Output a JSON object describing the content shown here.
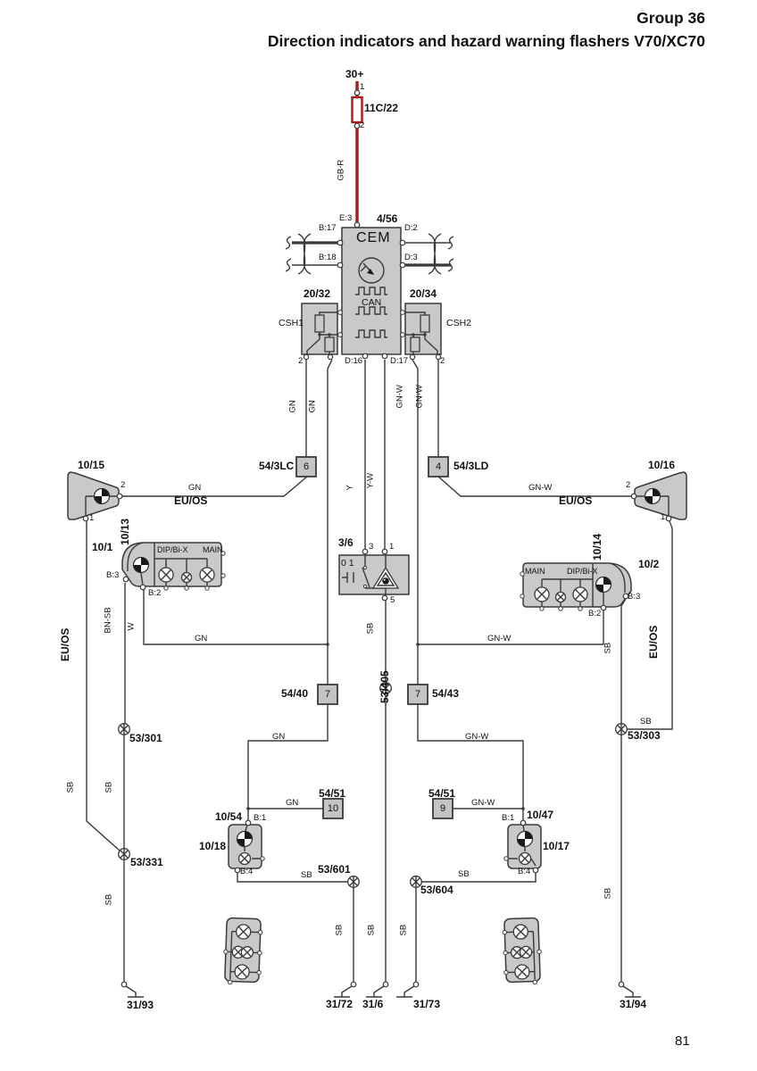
{
  "header": {
    "group": "Group 36",
    "title": "Direction indicators and hazard warning flashers V70/XC70"
  },
  "page_number": "81",
  "colors": {
    "wire": "#3a3a3a",
    "power_wire_red": "#ab181d",
    "component_fill": "#c9c9c9",
    "background": "#ffffff"
  },
  "power": {
    "terminal": "30+",
    "pin1": "1",
    "fuse": "11C/22",
    "pin2": "2",
    "wire": "GB-R"
  },
  "cem": {
    "title": "CEM",
    "unit": "4/56",
    "pin_top": "E:3",
    "pin_b17": "B:17",
    "pin_b18": "B:18",
    "pin_d2": "D:2",
    "pin_d3": "D:3",
    "bus": "CAN",
    "pin_d16": "D:16",
    "pin_d17": "D:17"
  },
  "csh": {
    "left_id": "20/32",
    "left_name": "CSH1",
    "right_id": "20/34",
    "right_name": "CSH2",
    "pin": "2"
  },
  "connectors": {
    "c54_3lc": {
      "id": "54/3LC",
      "n": "6"
    },
    "c54_3ld": {
      "id": "54/3LD",
      "n": "4"
    },
    "c54_40": {
      "id": "54/40",
      "n": "7"
    },
    "c54_43": {
      "id": "54/43",
      "n": "7"
    },
    "c54_51L": {
      "id": "54/51",
      "n": "10"
    },
    "c54_51R": {
      "id": "54/51",
      "n": "9"
    }
  },
  "hazard_switch": {
    "id": "3/6",
    "pin3": "3",
    "pin1": "1",
    "pin5": "5",
    "positions": "0 1"
  },
  "lamps": {
    "side_left": "10/15",
    "side_right": "10/16",
    "head_left": "10/1",
    "head_right": "10/2",
    "head_left_ind": "10/13",
    "head_right_ind": "10/14",
    "rear_left": "10/54",
    "rear_left_unit": "10/18",
    "rear_right": "10/47",
    "rear_right_unit": "10/17",
    "dip": "DIP/Bi-X",
    "main": "MAIN"
  },
  "pins": {
    "p1": "1",
    "p2": "2",
    "b1": "B:1",
    "b2": "B:2",
    "b3": "B:3",
    "b4": "B:4"
  },
  "splices": {
    "s53_405": "53/405",
    "s53_301": "53/301",
    "s53_303": "53/303",
    "s53_331": "53/331",
    "s53_601": "53/601",
    "s53_604": "53/604"
  },
  "grounds": {
    "g31_93": "31/93",
    "g31_72": "31/72",
    "g31_6": "31/6",
    "g31_73": "31/73",
    "g31_94": "31/94"
  },
  "wire_colors": {
    "gn": "GN",
    "gnw": "GN-W",
    "y": "Y",
    "yw": "Y-W",
    "w": "W",
    "sb": "SB",
    "bnsb": "BN-SB",
    "gbr": "GB-R",
    "euos": "EU/OS"
  }
}
